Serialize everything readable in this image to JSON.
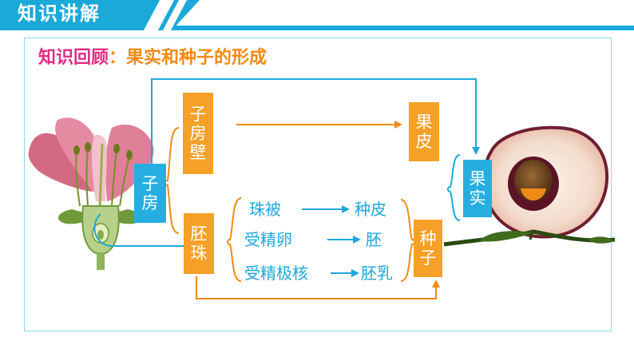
{
  "header": {
    "title": "知识讲解"
  },
  "section": {
    "title_prefix": "知识回顾",
    "title_colon": "：",
    "title_main": "果实和种子的形成"
  },
  "boxes": {
    "ovary_wall": "子房壁",
    "ovary": "子房",
    "ovule": "胚珠",
    "pericarp": "果皮",
    "fruit": "果实",
    "seed": "种子"
  },
  "flows": [
    {
      "from": "珠被",
      "to": "种皮"
    },
    {
      "from": "受精卵",
      "to": "胚"
    },
    {
      "from": "受精极核",
      "to": "胚乳"
    }
  ],
  "colors": {
    "accent_blue": "#26aee0",
    "accent_orange": "#f5a027",
    "title_pink": "#e22a84",
    "title_orange": "#f08a16",
    "line_blue": "#1fa7dc",
    "line_orange": "#f08a16"
  },
  "images": {
    "flower": "flower-cross-section-illustration",
    "fruit": "peach-cross-section-illustration"
  }
}
